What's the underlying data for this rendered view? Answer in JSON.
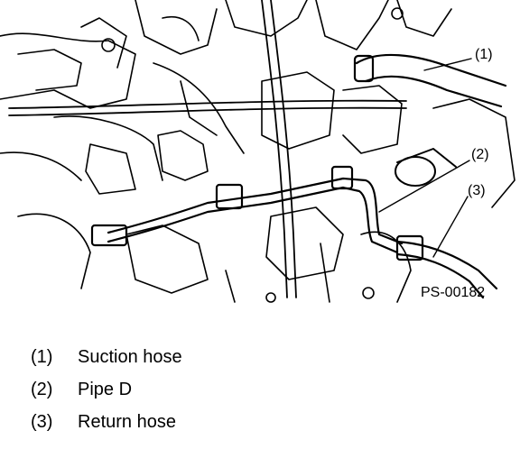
{
  "figure": {
    "code": "PS-00182",
    "callouts": [
      "(1)",
      "(2)",
      "(3)"
    ]
  },
  "legend": [
    {
      "num": "(1)",
      "label": "Suction hose"
    },
    {
      "num": "(2)",
      "label": "Pipe D"
    },
    {
      "num": "(3)",
      "label": "Return hose"
    }
  ]
}
